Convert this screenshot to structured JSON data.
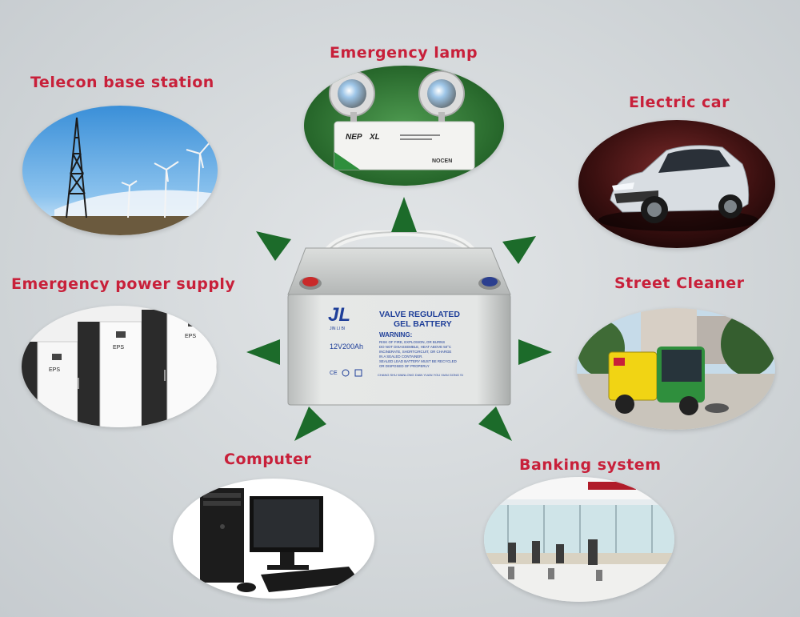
{
  "labels": {
    "telecon": "Telecon base station",
    "emergency_lamp": "Emergency lamp",
    "electric_car": "Electric car",
    "emergency_power": "Emergency power supply",
    "street_cleaner": "Street Cleaner",
    "computer": "Computer",
    "banking": "Banking system"
  },
  "battery": {
    "brand_mark": "JL",
    "brand_sub": "JIN LI BI",
    "title_line1": "VALVE REGULATED",
    "title_line2": "GEL BATTERY",
    "rating": "12V200Ah",
    "warning_title": "WARNING:",
    "warning_lines": [
      "RISK OF FIRE, EXPLOSION, OR BURNS",
      "DO NOT DISASSEMBLE, HEAT ABOVE 50°C",
      "INCINERATE, SHORTCIRCUIT, OR CHARGE",
      "IN A SEALED CONTAINER.",
      "SEALED LEAD BATTERY MUST BE RECYCLED",
      "OR DISPOSED OF PROPERLY"
    ],
    "address": "CHANG SHU WANLONG DIAN YUAN YOU XIAN GONG SI",
    "cert": "CE"
  },
  "lamp": {
    "brand_left": "NEP",
    "brand_right": "XL",
    "maker": "NOCEN"
  },
  "eps": {
    "cabinet_label": "EPS"
  },
  "colors": {
    "label_red": "#c8203a",
    "arrow_green": "#1c6b2a",
    "battery_blue": "#1f3f99",
    "background": "#d3d7da"
  },
  "icons": [
    "arrow-up-icon",
    "arrow-up-right-icon",
    "arrow-right-icon",
    "arrow-down-right-icon",
    "arrow-down-left-icon",
    "arrow-left-icon",
    "arrow-up-left-icon"
  ]
}
